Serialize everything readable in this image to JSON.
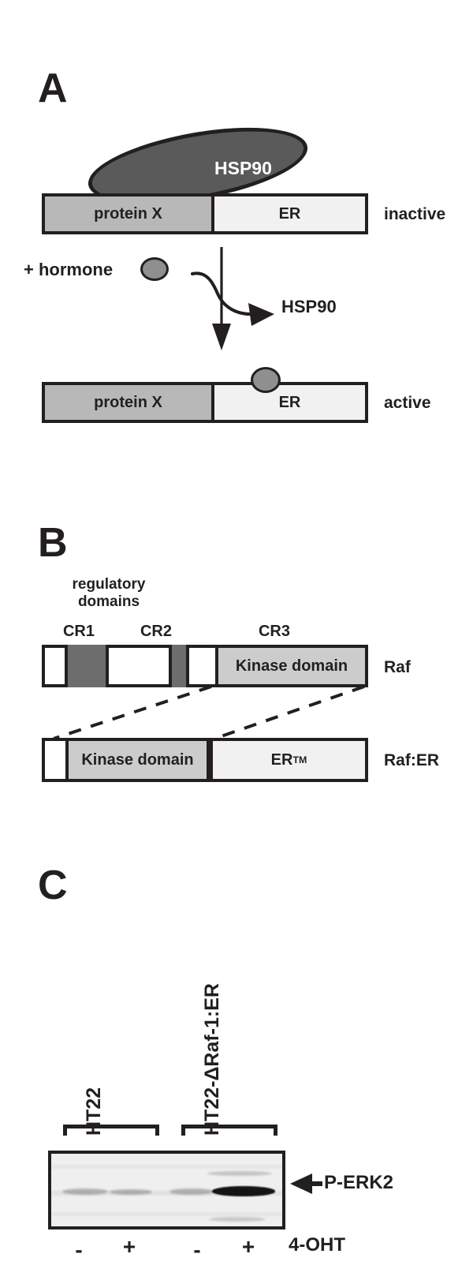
{
  "figure": {
    "panels": [
      "A",
      "B",
      "C"
    ]
  },
  "panel_a": {
    "letter": "A",
    "chaperone_label": "HSP90",
    "inactive_bar": {
      "left_segment": "protein X",
      "right_segment": "ER",
      "state_label": "inactive"
    },
    "hormone_label": "+ hormone",
    "released_label": "HSP90",
    "active_bar": {
      "left_segment": "protein X",
      "right_segment": "ER",
      "state_label": "active"
    }
  },
  "panel_b": {
    "letter": "B",
    "regulatory_caption_line1": "regulatory",
    "regulatory_caption_line2": "domains",
    "cr_labels": [
      "CR1",
      "CR2",
      "CR3"
    ],
    "raf_bar": {
      "kinase_label": "Kinase domain",
      "name_label": "Raf"
    },
    "rafer_bar": {
      "kinase_label": "Kinase domain",
      "er_label": "ER",
      "er_superscript": "TM",
      "name_label": "Raf:ER"
    }
  },
  "panel_c": {
    "letter": "C",
    "lane_group_labels": [
      "HT22",
      "HT22-ΔRaf-1:ER"
    ],
    "treatment_row_label": "4-OHT",
    "treatment_values": [
      "-",
      "+",
      "-",
      "+"
    ],
    "band_label": "P-ERK2",
    "arrow_icon": "left-arrow-icon"
  },
  "colors": {
    "ink": "#231f20",
    "protein_x_fill": "#b8b8b8",
    "er_fill": "#f1f1f1",
    "kinase_fill": "#cccccc",
    "cr_fill": "#6d6d6d",
    "hsp90_fill": "#5a5a5a",
    "hormone_fill": "#8f8f8f",
    "blot_background": "#efefef",
    "band_color": "#141414"
  }
}
